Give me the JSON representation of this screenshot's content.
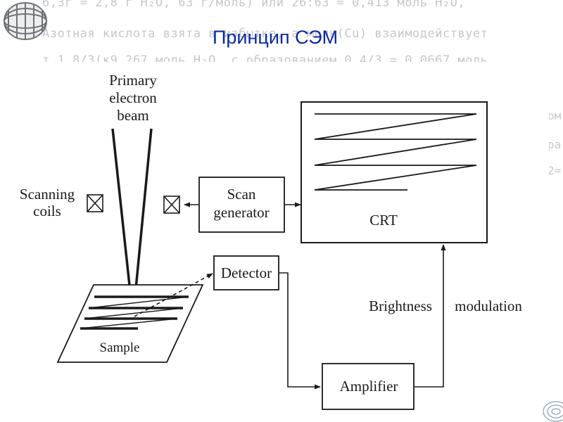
{
  "slide": {
    "title": "Принцип СЭМ",
    "background_formula_lines": [
      "6,3г = 2,8 г H₂O, 63 г/моль) или 26:63 = 0,413 моль H₂O,",
      "Азотная кислота взята в избытке, а моль(Cu) взаимодействует",
      "т 1,8/3(к9 267 моль H₂O, с образованием 0,4/3 = 0,0667 моль"
    ],
    "background_side_chars": [
      "ом",
      "ра",
      "2="
    ]
  },
  "diagram": {
    "primary_beam_label": [
      "Primary",
      "electron",
      "beam"
    ],
    "scanning_coils_label": [
      "Scanning",
      "coils"
    ],
    "scan_generator_label": [
      "Scan",
      "generator"
    ],
    "crt_label": "CRT",
    "detector_label": "Detector",
    "sample_label": "Sample",
    "amplifier_label": "Amplifier",
    "brightness_label": "Brightness",
    "modulation_label": "modulation"
  },
  "colors": {
    "title": "#0b2aa3",
    "lines": "#1a1a1a",
    "background_text": "#c4c8cc"
  }
}
